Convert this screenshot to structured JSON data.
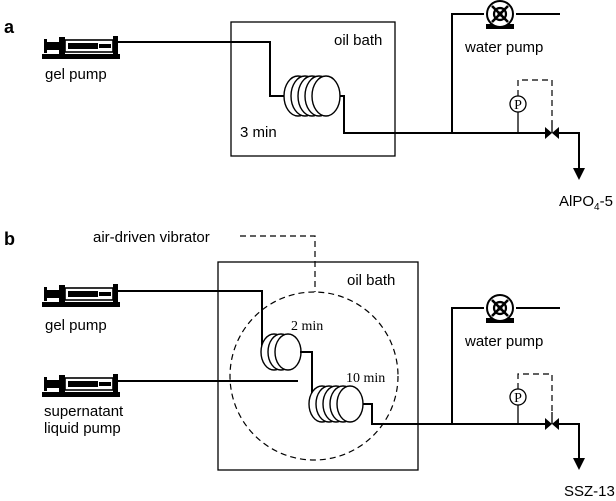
{
  "panel_a": {
    "panel_label": "a",
    "gel_pump": "gel pump",
    "oil_bath": "oil bath",
    "time": "3 min",
    "water_pump": "water pump",
    "gauge": "P",
    "product_main": "AlPO",
    "product_sub": "4",
    "product_tail": "-5"
  },
  "panel_b": {
    "panel_label": "b",
    "vibrator": "air-driven vibrator",
    "gel_pump": "gel pump",
    "supernatant_line1": "supernatant",
    "supernatant_line2": "liquid pump",
    "oil_bath": "oil bath",
    "time_1": "2 min",
    "time_2": "10 min",
    "water_pump": "water pump",
    "gauge": "P",
    "product": "SSZ-13"
  }
}
